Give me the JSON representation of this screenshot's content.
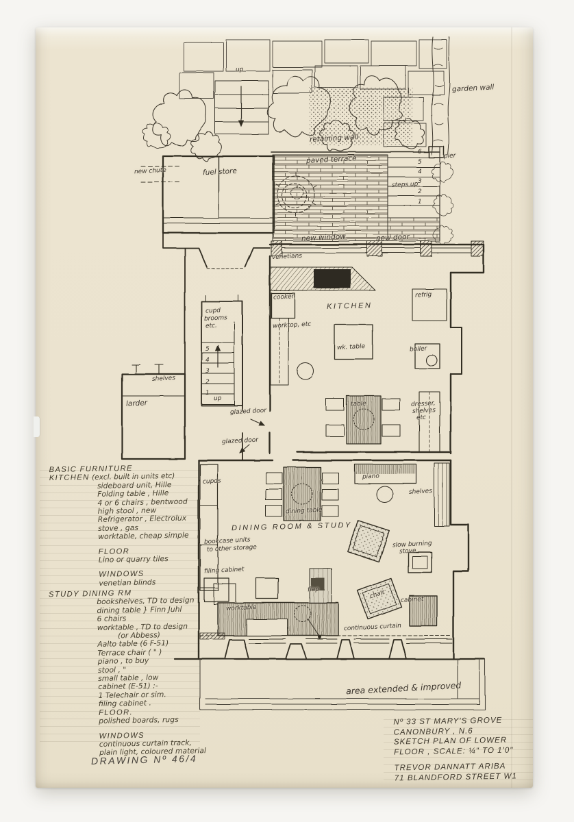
{
  "colors": {
    "paper": "#ebe3cf",
    "ink": "#332d24",
    "pencil": "#46402f"
  },
  "plan": {
    "garden": {
      "up": "up",
      "garden_wall": "garden wall",
      "retaining_wall": "retaining wall",
      "paved_terrace": "paved terrace",
      "pier": "pier",
      "steps_up": "steps up",
      "terrace_step_numbers": [
        "6",
        "5",
        "4",
        "3",
        "2",
        "1"
      ]
    },
    "service": {
      "new_chute": "new chute",
      "fuel_store": "fuel store",
      "new_window": "new window",
      "new_door": "new door",
      "venetians": "venetians"
    },
    "kitchen": {
      "title": "KITCHEN",
      "cooker": "cooker",
      "worktop": "worktop, etc",
      "wk_table": "wk. table",
      "refrig": "refrig",
      "boiler": "boiler",
      "table": "table",
      "dresser_lines": [
        "dresser,",
        "shelves",
        "etc"
      ],
      "cupd_lines": [
        "cupd",
        "brooms",
        "etc."
      ],
      "stair_numbers": [
        "5",
        "4",
        "3",
        "2",
        "1"
      ],
      "stairs_up": "up",
      "shelves": "shelves",
      "larder": "larder",
      "glazed_door": "glazed door"
    },
    "dining": {
      "title": "DINING ROOM & STUDY",
      "cupds": "cupds",
      "dining_table": "dining table",
      "piano": "piano",
      "shelves": "shelves",
      "bookcase_lines": [
        "bookcase units",
        "to other storage"
      ],
      "stove_lines": [
        "slow burning",
        "stove"
      ],
      "filing_cabinet": "filing cabinet",
      "worktable": "worktable",
      "flap": "flap",
      "chair": "chair",
      "cabinet": "cabinet",
      "continuous_curtain": "continuous curtain",
      "area_note": "area extended & improved"
    }
  },
  "notes": {
    "basic": {
      "heading": "BASIC FURNITURE",
      "room": "KITCHEN",
      "room_note": "(excl. built in units etc)",
      "items": [
        "sideboard unit, Hille",
        "Folding table , Hille",
        "4 or 6 chairs , bentwood",
        "high stool , new",
        "Refrigerator , Electrolux",
        "stove ,  gas",
        "worktable, cheap simple"
      ],
      "floor_heading": "FLOOR",
      "floor_item": "Lino or quarry tiles",
      "windows_heading": "WINDOWS",
      "windows_item": "venetian blinds"
    },
    "study": {
      "heading": "STUDY DINING RM",
      "items": [
        "bookshelves, TD to design",
        "dining table }  Finn Juhl",
        "6 chairs",
        "worktable , TD to design",
        "(or Abbess)",
        "Aalto table  (6 F-51)",
        "Terrace chair (  \"  )",
        "piano  ,  to buy",
        "stool    ,       \"",
        "small table , low",
        "cabinet (E-51) :-",
        "1 Telechair or sim.",
        "filing cabinet .",
        "FLOOR.",
        "polished boards, rugs"
      ],
      "windows_heading": "WINDOWS",
      "windows_items": [
        "continuous curtain track,",
        "plain light, coloured material"
      ]
    }
  },
  "title_block": {
    "address": [
      "Nº 33 ST MARY'S GROVE",
      "CANONBURY , N.6",
      "SKETCH PLAN OF LOWER",
      "FLOOR , SCALE: ¼\" TO 1'0\""
    ],
    "architect": [
      "TREVOR DANNATT ARIBA",
      "71 BLANDFORD STREET W1"
    ]
  },
  "drawing_number": {
    "label": "DRAWING Nº 46/4"
  }
}
